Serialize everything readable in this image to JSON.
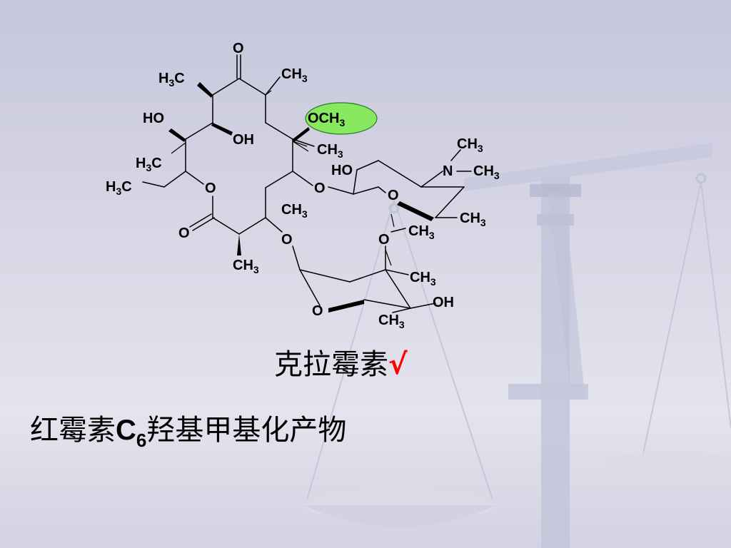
{
  "labels": {
    "carbonyl_o_top": "O",
    "ch3_top": "CH",
    "h3c_top_left": "H",
    "h3c_top_left_c": "C",
    "ho_left": "HO",
    "oh_left": "OH",
    "och3": "OCH",
    "ch3_c6": "CH",
    "h3c_mid_left": "H",
    "h3c_mid_left_c": "C",
    "h3c_ethyl": "H",
    "h3c_ethyl_c": "C",
    "ring_o_lactone": "O",
    "ho_sugar": "HO",
    "ch3_n_top": "CH",
    "n_atom": "N",
    "ch3_n_right": "CH",
    "o_glycoside_1": "O",
    "o_sugar_ring_1": "O",
    "ch3_ring_mid": "CH",
    "ch3_sugar_right": "CH",
    "carbonyl_o_lactone": "O",
    "o_glycoside_2": "O",
    "o_methoxy_sugar": "O",
    "ch3_methoxy": "CH",
    "ch3_bottom_left": "CH",
    "ch3_cladinose": "CH",
    "oh_cladinose": "OH",
    "o_cladinose_ring": "O",
    "ch3_cladinose_bottom": "CH",
    "subscript_3": "3"
  },
  "caption_main": {
    "text": "克拉霉素",
    "check": "√"
  },
  "caption_sub": {
    "prefix": "红霉素",
    "latin": "C",
    "subscript": "6",
    "suffix": "羟基甲基化产物"
  },
  "colors": {
    "highlight": "#88e860",
    "check": "#ff0000",
    "background": "#d8d8e6"
  }
}
